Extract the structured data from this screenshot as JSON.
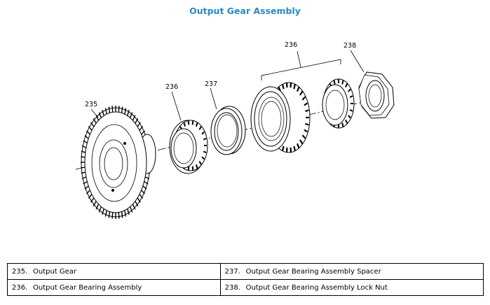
{
  "title": "Output Gear Assembly",
  "callouts": {
    "c235": "235",
    "c236a": "236",
    "c237": "237",
    "c236b": "236",
    "c238": "238"
  },
  "legend": {
    "rows": [
      [
        {
          "num": "235.",
          "text": "Output Gear"
        },
        {
          "num": "237.",
          "text": "Output Gear Bearing Assembly Spacer"
        }
      ],
      [
        {
          "num": "236.",
          "text": "Output Gear Bearing Assembly"
        },
        {
          "num": "238.",
          "text": "Output Gear Bearing Assembly Lock Nut"
        }
      ]
    ]
  }
}
